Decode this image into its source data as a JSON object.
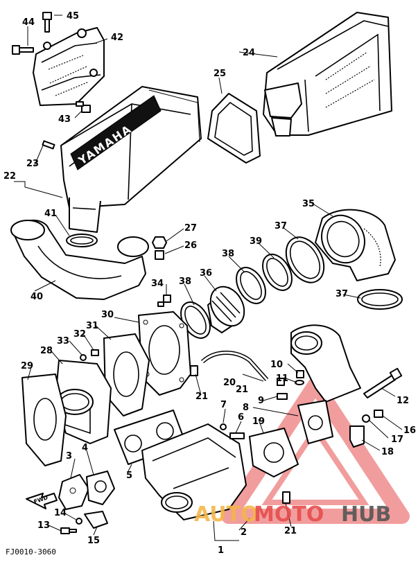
{
  "diagram": {
    "code": "FJ0010-3060",
    "fwd_label": "FWD",
    "part_numbers": [
      "1",
      "2",
      "3",
      "4",
      "5",
      "6",
      "7",
      "8",
      "9",
      "10",
      "11",
      "12",
      "13",
      "14",
      "15",
      "16",
      "17",
      "18",
      "19",
      "20",
      "21",
      "21",
      "21",
      "22",
      "23",
      "24",
      "25",
      "26",
      "27",
      "28",
      "29",
      "30",
      "31",
      "32",
      "33",
      "34",
      "35",
      "36",
      "37",
      "37",
      "38",
      "38",
      "39",
      "40",
      "41",
      "42",
      "43",
      "44",
      "45"
    ],
    "brand_text": "YAMAHA"
  },
  "watermark": {
    "part1": "AUTO",
    "part2": "MOTO",
    "part3": "HUB",
    "colors": {
      "auto": "#f4b64a",
      "moto": "#e64e4e",
      "hub": "#555555",
      "triangle": "#e64e4e"
    }
  }
}
